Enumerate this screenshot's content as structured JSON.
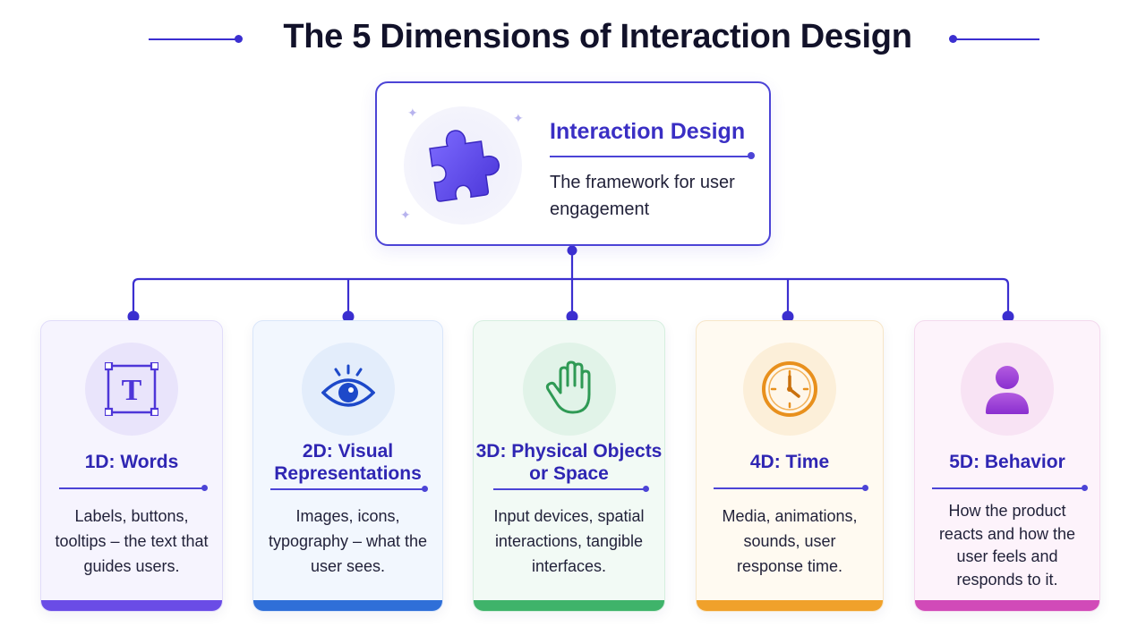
{
  "title": "The 5 Dimensions of Interaction Design",
  "colors": {
    "accent": "#3b2fd0",
    "words": "#6a4ce6",
    "visual": "#2f6fd8",
    "physical": "#3fb36a",
    "time": "#f0a12b",
    "behavior": "#d14ab8"
  },
  "root": {
    "icon": "puzzle-piece-icon",
    "title": "Interaction Design",
    "description": "The framework for user engagement"
  },
  "dimensions": [
    {
      "icon": "text-box-icon",
      "title": "1D: Words",
      "description": "Labels, buttons, tooltips – the text that guides users."
    },
    {
      "icon": "eye-icon",
      "title": "2D: Visual Representations",
      "description": "Images, icons, typography – what the user sees."
    },
    {
      "icon": "hand-icon",
      "title": "3D: Physical Objects or Space",
      "description": "Input devices, spatial interactions, tangible interfaces."
    },
    {
      "icon": "clock-icon",
      "title": "4D: Time",
      "description": "Media, animations, sounds, user response time."
    },
    {
      "icon": "user-icon",
      "title": "5D: Behavior",
      "description": "How the product reacts and how the user feels and responds to it."
    }
  ]
}
